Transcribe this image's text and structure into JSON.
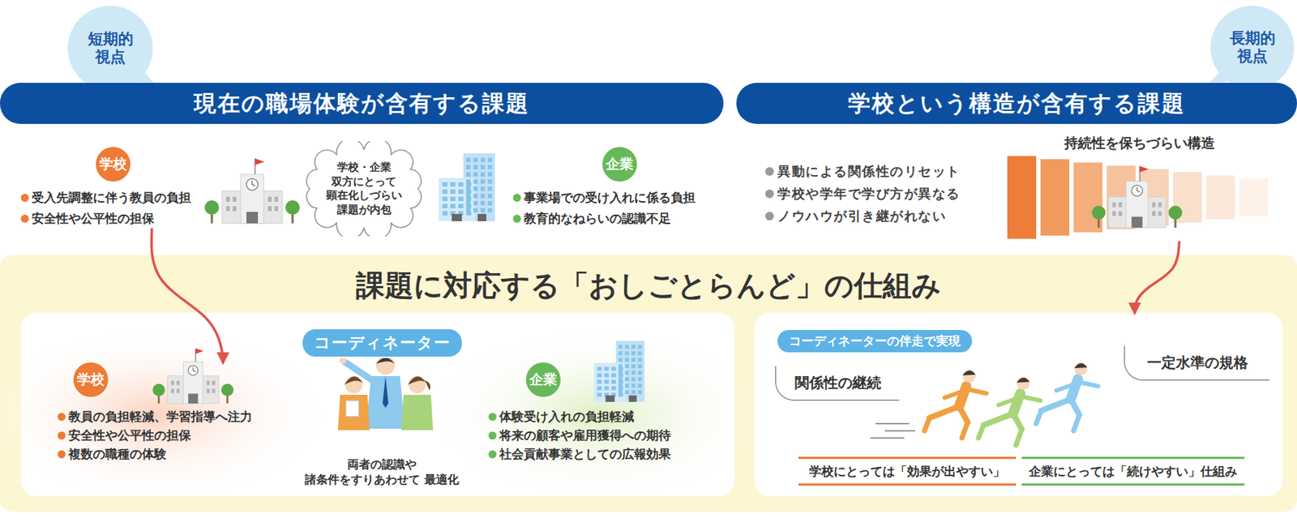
{
  "diagram": {
    "nodes": [
      {
        "text": [
          "短期的 視点"
        ]
      },
      {
        "text": [
          "現在の職場体験が含有する課題"
        ]
      },
      {
        "text": [
          "長期的 視点"
        ]
      },
      {
        "text": [
          "学校という構造が含有する課題"
        ]
      },
      {
        "text": [
          "学校",
          "受入先調整に伴う教員の負担",
          "安全性や公平性の担保"
        ]
      },
      {
        "text": [
          "学校・企業 双方にとって 顕在化しづらい 課題が内包"
        ]
      },
      {
        "text": [
          "企業",
          "事業場での受け入れに係る負担",
          "教育的なねらいの認識不足"
        ]
      },
      {
        "text": [
          "持続性を保ちづらい構造"
        ]
      },
      {
        "text": [
          "課題に対応する「おしごとらんど」の仕組み"
        ]
      },
      {
        "text": [
          "学校",
          "教員の負担軽減、学習指導へ注力",
          "安全性や公平性の担保",
          "複数の職種の体験"
        ],
        "in": 8
      },
      {
        "text": [
          "コーディネーター",
          "両者の認識や 諸条件をすりあわせて 最適化"
        ],
        "in": 8
      },
      {
        "text": [
          "企業",
          "体験受け入れの負担軽減",
          "将来の顧客や雇用獲得への期待",
          "社会貢献事業としての広報効果"
        ],
        "in": 8
      },
      {
        "text": [
          "コーディネーターの伴走で実現"
        ],
        "in": 8
      },
      {
        "text": [
          "関係性の継続"
        ],
        "in": 12
      },
      {
        "text": [
          "一定水準の規格"
        ],
        "in": 12
      },
      {
        "text": [
          "学校にとっては「効果が出やすい」"
        ],
        "in": 12
      },
      {
        "text": [
          "企業にとっては「続けやすい」仕組み"
        ],
        "in": 12
      }
    ],
    "edges": [
      {
        "from": 4,
        "to": 9,
        "arrow": "to"
      },
      {
        "from": 7,
        "to": 12,
        "arrow": "to"
      }
    ],
    "labels": [
      "異動による関係性のリセット",
      "学校や学年で学び方が異なる",
      "ノウハウが引き継がれない"
    ]
  }
}
